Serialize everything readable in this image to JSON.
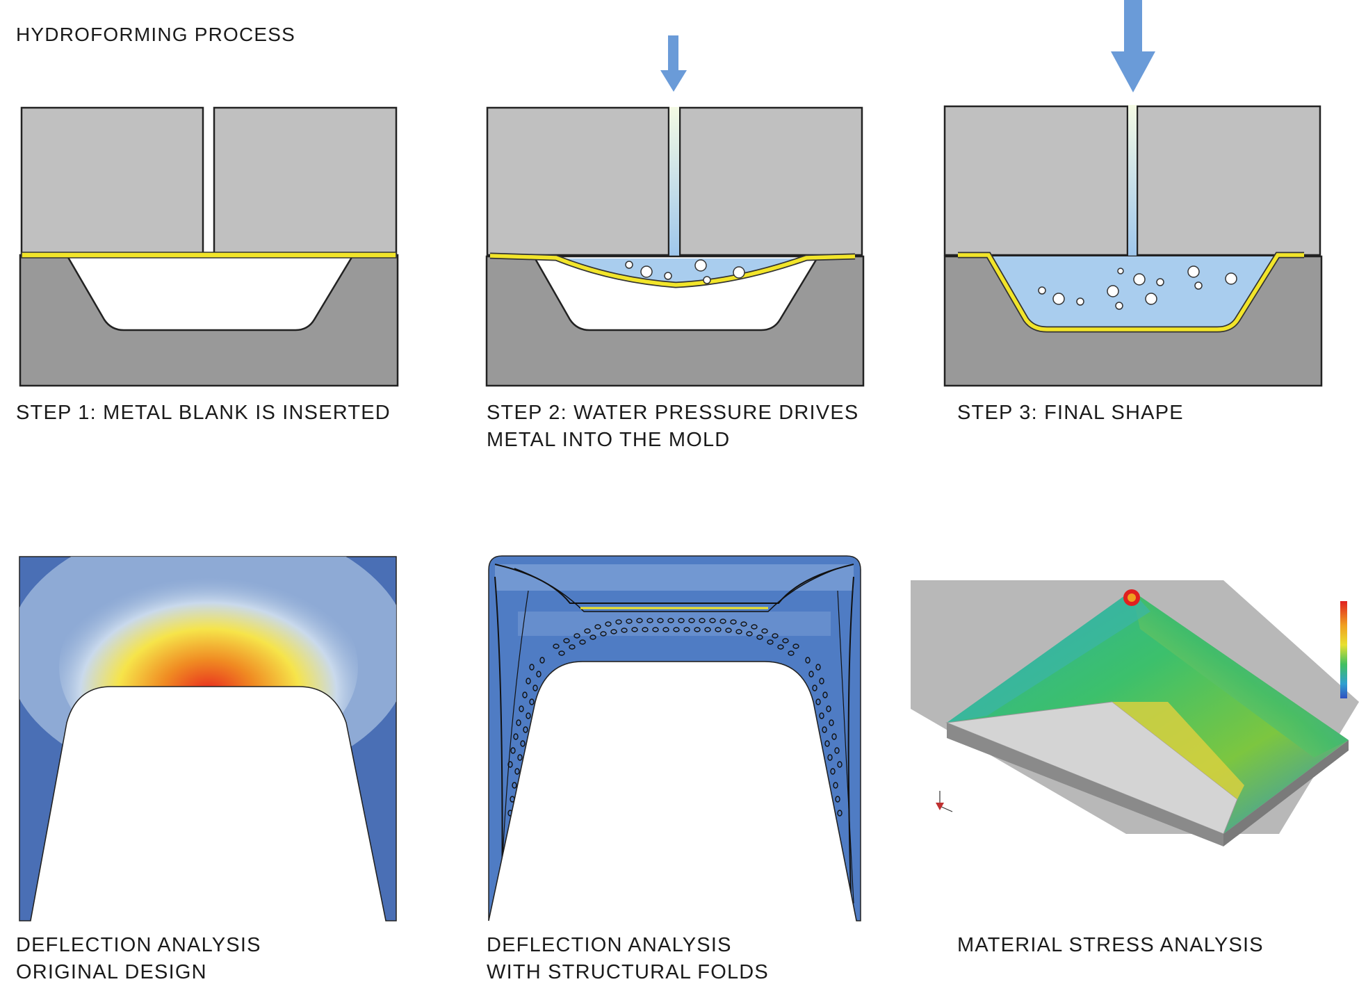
{
  "title": "HYDROFORMING PROCESS",
  "steps": [
    {
      "lines": [
        "STEP 1: METAL BLANK IS INSERTED"
      ]
    },
    {
      "lines": [
        "STEP 2: WATER PRESSURE DRIVES",
        "METAL INTO THE MOLD"
      ]
    },
    {
      "lines": [
        "STEP 3: FINAL SHAPE"
      ]
    }
  ],
  "analyses": [
    {
      "lines": [
        "DEFLECTION ANALYSIS",
        "ORIGINAL DESIGN"
      ]
    },
    {
      "lines": [
        "DEFLECTION ANALYSIS",
        "WITH STRUCTURAL FOLDS"
      ]
    },
    {
      "lines": [
        "MATERIAL STRESS ANALYSIS"
      ]
    }
  ],
  "colors": {
    "die_upper": "#c0c0c0",
    "die_lower": "#999999",
    "metal_blank": "#f2e52a",
    "water": "#a9cdee",
    "pressure_arrow": "#6a9bd8",
    "deflection_low": "#4a6fb5",
    "deflection_high": "#e8281e"
  },
  "icons": [
    "pressure-arrow-icon",
    "water-bubble-icon",
    "axis-triad-icon",
    "color-scale-legend"
  ]
}
